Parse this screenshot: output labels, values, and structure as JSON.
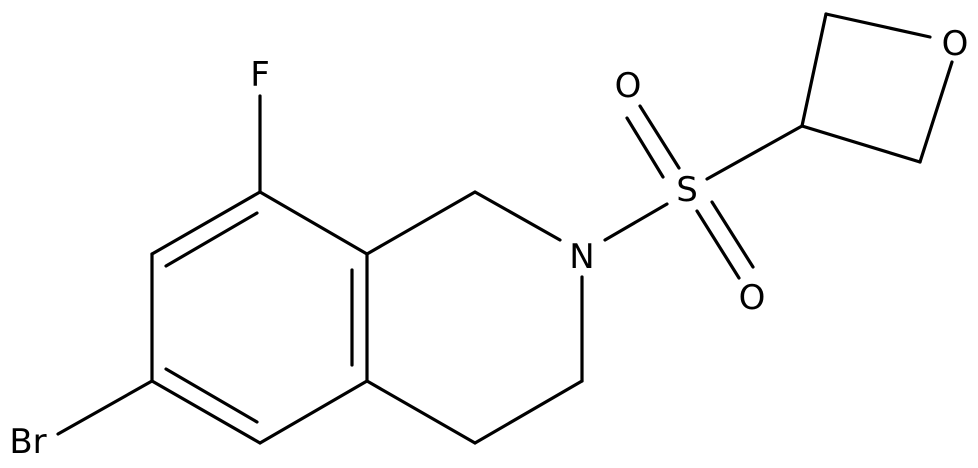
{
  "structure": {
    "atoms": [
      {
        "id": "F",
        "label": "F"
      },
      {
        "id": "N",
        "label": "N"
      },
      {
        "id": "S",
        "label": "S"
      },
      {
        "id": "O_top",
        "label": "O"
      },
      {
        "id": "O_bottom",
        "label": "O"
      },
      {
        "id": "O_ring",
        "label": "O"
      },
      {
        "id": "Br",
        "label": "Br"
      }
    ]
  }
}
